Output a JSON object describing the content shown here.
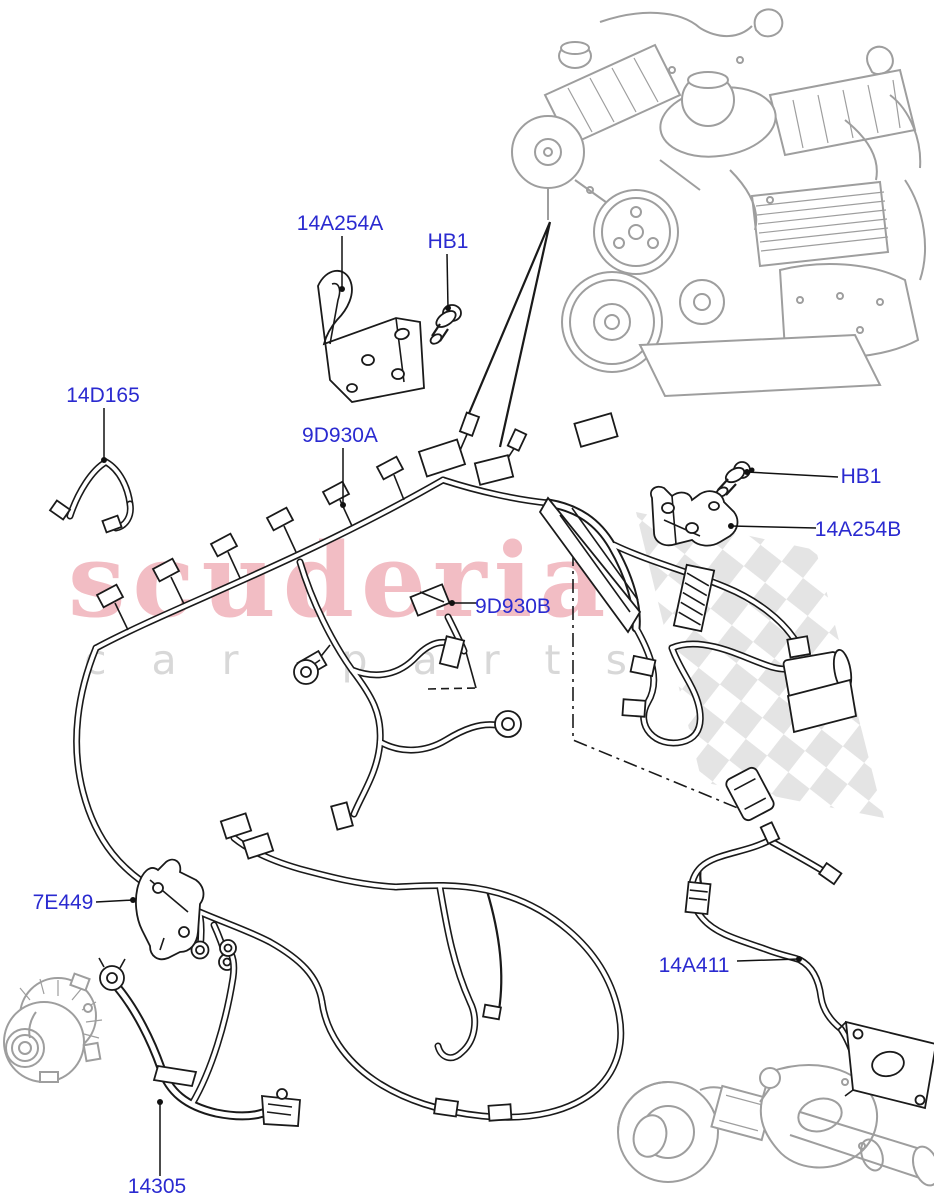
{
  "page": {
    "background": "#ffffff",
    "type": "parts-catalog-exploded-diagram"
  },
  "watermark": {
    "brand": "scuderia",
    "tagline": "car parts",
    "brand_color": "#F2BDC4",
    "tagline_color": "#D8D8D8"
  },
  "labels": [
    {
      "id": "14A254A",
      "text": "14A254A"
    },
    {
      "id": "HB1-top",
      "text": "HB1"
    },
    {
      "id": "14D165",
      "text": "14D165"
    },
    {
      "id": "9D930A",
      "text": "9D930A"
    },
    {
      "id": "HB1-right",
      "text": "HB1"
    },
    {
      "id": "14A254B",
      "text": "14A254B"
    },
    {
      "id": "9D930B",
      "text": "9D930B"
    },
    {
      "id": "7E449",
      "text": "7E449"
    },
    {
      "id": "14A411",
      "text": "14A411"
    },
    {
      "id": "14305",
      "text": "14305"
    }
  ],
  "colors": {
    "label_blue": "#2A2AD0",
    "line_art": "#1A1A1A",
    "reference_gray": "#9E9E9E",
    "checker_gray": "#E4E4E4"
  },
  "illustrations": [
    {
      "name": "engine-reference"
    },
    {
      "name": "alternator-reference"
    },
    {
      "name": "turbocharger-reference"
    },
    {
      "name": "engine-wiring-harness"
    },
    {
      "name": "battery-cable"
    },
    {
      "name": "checkered-flag-watermark"
    }
  ]
}
